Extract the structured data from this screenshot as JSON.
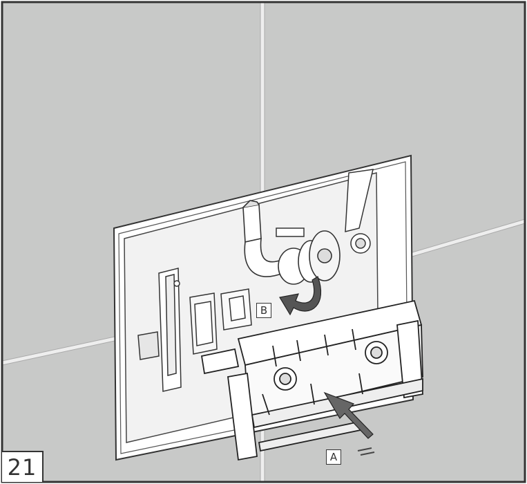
{
  "step": {
    "number": "21"
  },
  "labels": {
    "a": "A",
    "b": "B"
  },
  "colors": {
    "tile": "#c8c9c8",
    "grout": "#e9eaea",
    "line": "#4a4a4a",
    "panel": "#f4f4f4",
    "arrow": "#707070"
  }
}
